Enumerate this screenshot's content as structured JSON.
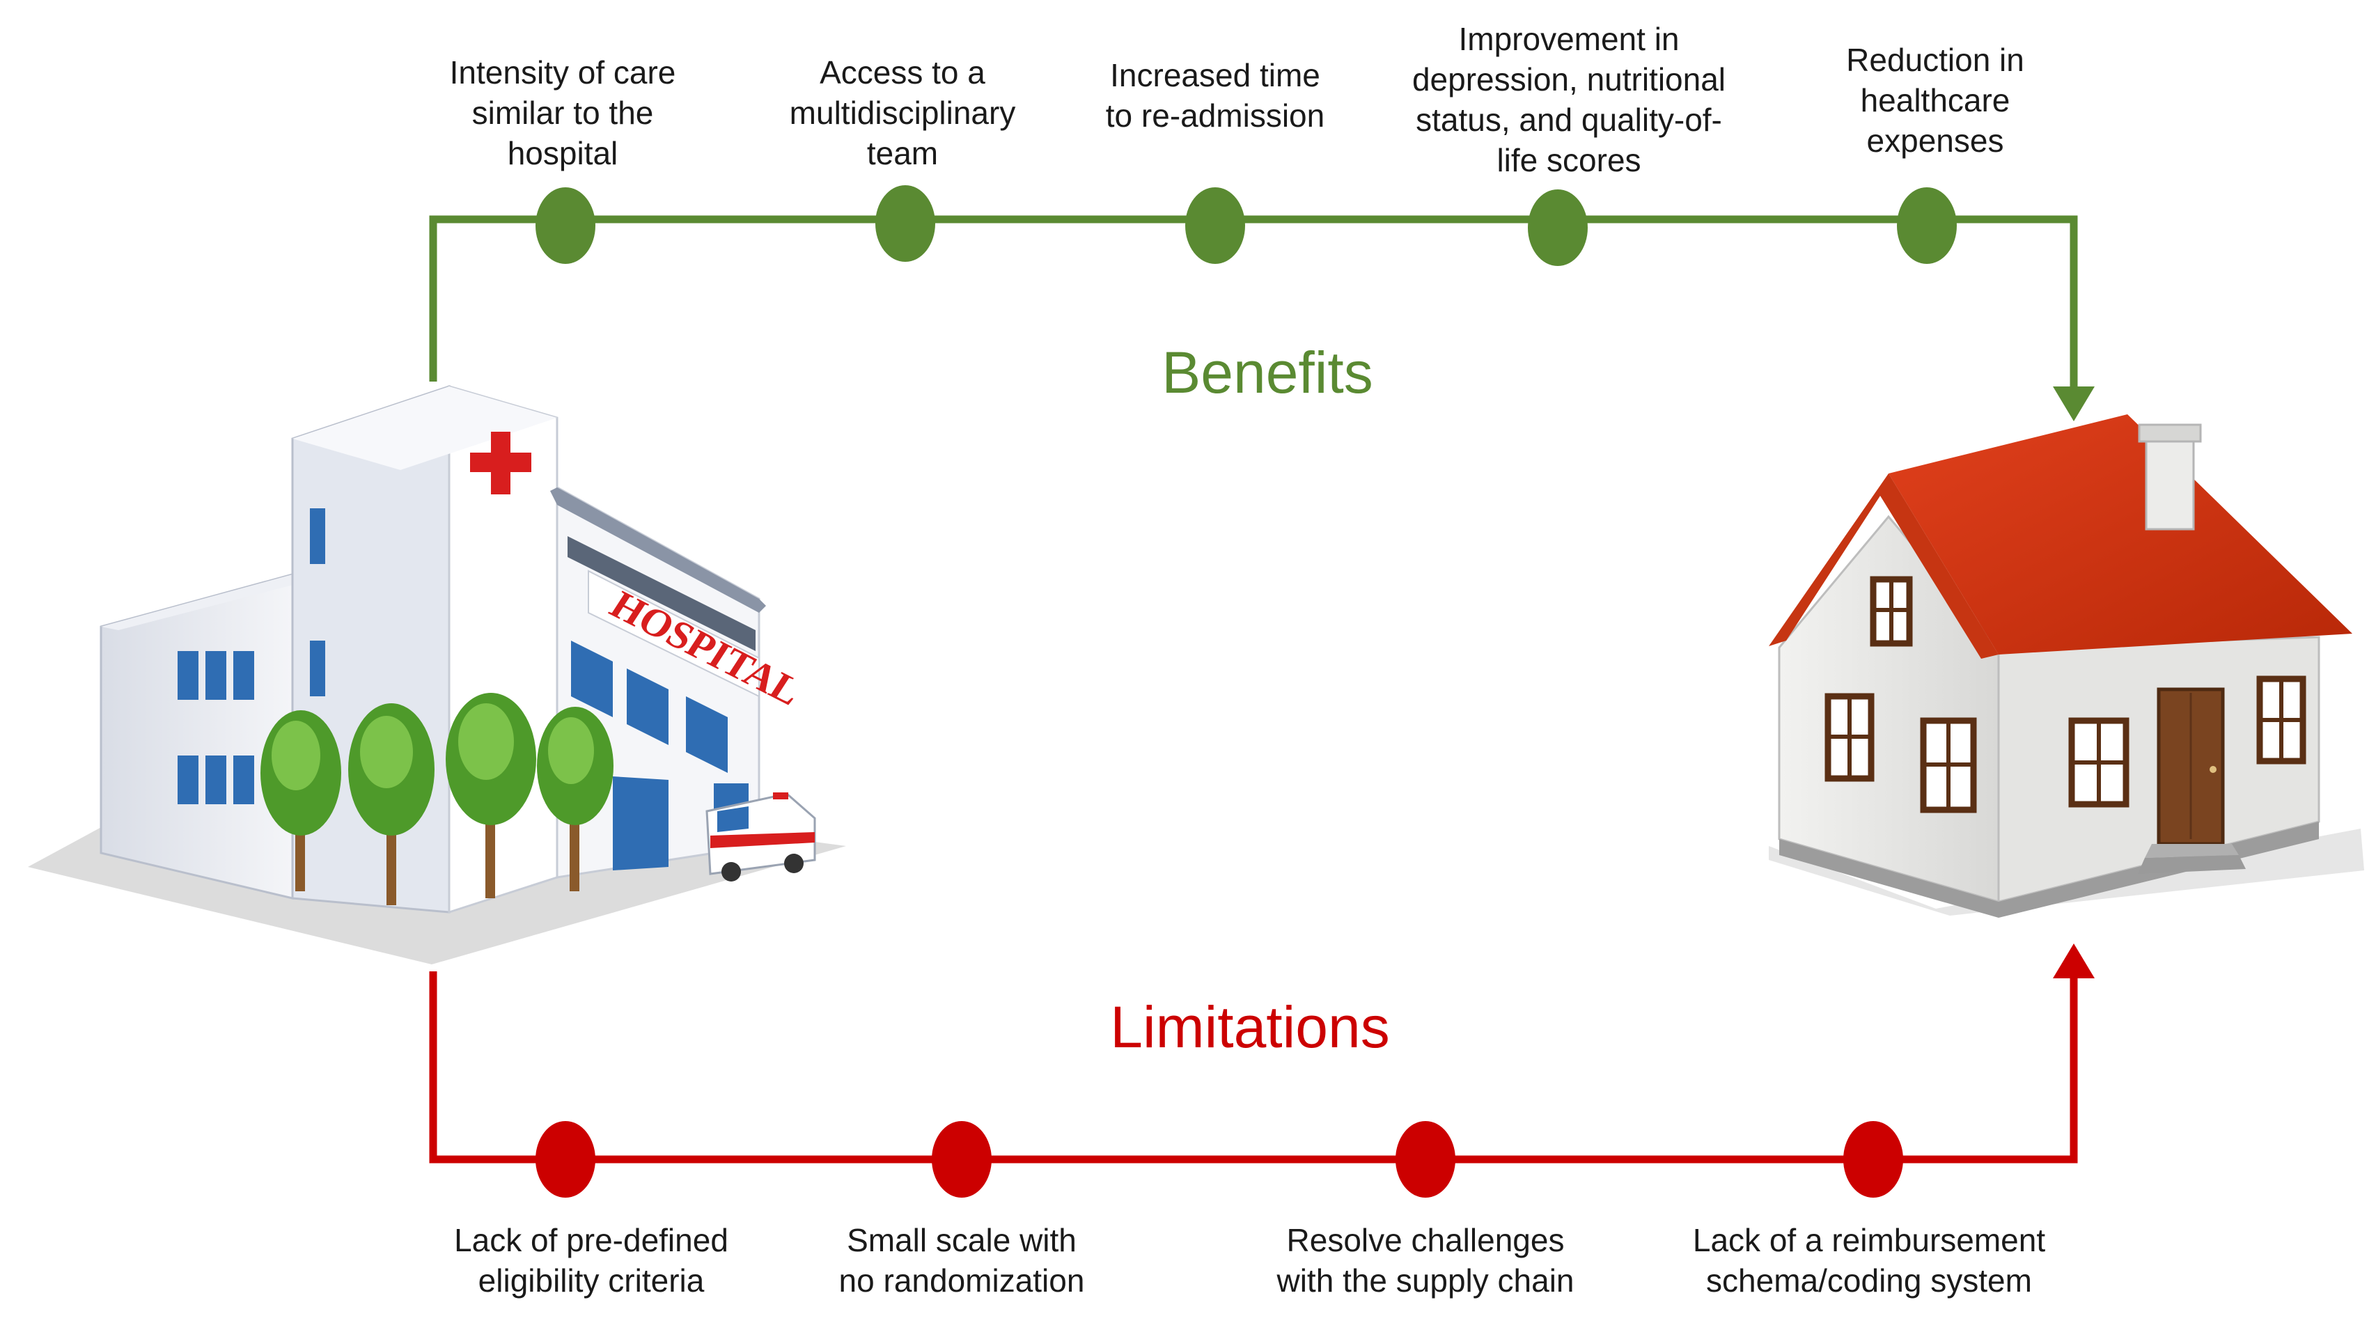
{
  "colors": {
    "benefits": "#5a8a32",
    "limitations": "#cc0000",
    "text": "#1a1a1a"
  },
  "hospital": {
    "sign_text": "HOSPITAL"
  },
  "benefits": {
    "heading": "Benefits",
    "items": [
      "Intensity of care\nsimilar to the\nhospital",
      "Access to a\nmultidisciplinary\nteam",
      "Increased time\nto re-admission",
      "Improvement in\ndepression, nutritional\nstatus, and quality-of-\nlife scores",
      "Reduction in\nhealthcare\nexpenses"
    ]
  },
  "limitations": {
    "heading": "Limitations",
    "items": [
      "Lack of pre-defined\neligibility criteria",
      "Small scale with\nno randomization",
      "Resolve challenges\nwith the supply chain",
      "Lack of a reimbursement\nschema/coding system"
    ]
  }
}
